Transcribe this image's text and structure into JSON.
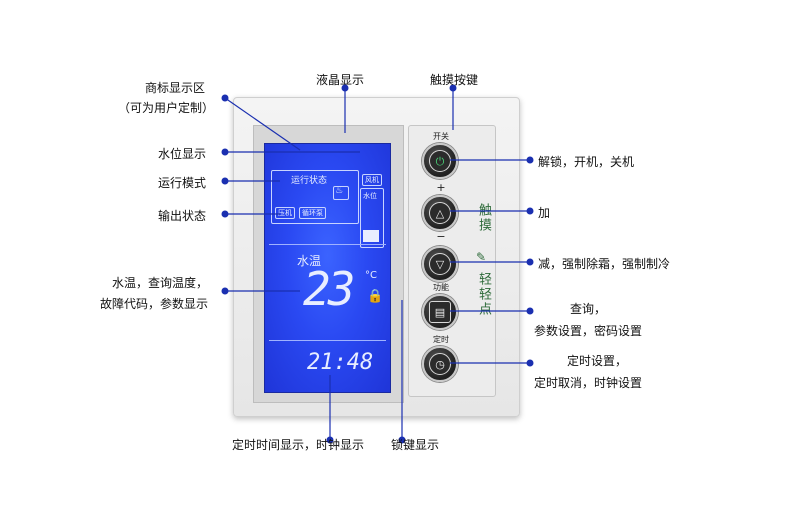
{
  "annotations": {
    "logo_area": "商标显示区",
    "logo_area_sub": "（可为用户定制）",
    "water_level": "水位显示",
    "run_mode": "运行模式",
    "output_status": "输出状态",
    "water_temp_line1": "水温，查询温度，",
    "water_temp_line2": "故障代码，参数显示",
    "lcd_display": "液晶显示",
    "touch_keys": "触摸按键",
    "unlock_power": "解锁，开机，关机",
    "plus": "加",
    "minus": "减，强制除霜，强制制冷",
    "query_line1": "查询，",
    "query_line2": "参数设置，密码设置",
    "timer_line1": "定时设置，",
    "timer_line2": "定时取消，时钟设置",
    "timer_clock": "定时时间显示，时钟显示",
    "key_lock": "锁键显示"
  },
  "lcd": {
    "run_status": "运行状态",
    "fan": "风机",
    "water_level": "水位",
    "compressor": "压机",
    "pump": "循环泵",
    "water_temp_label": "水温",
    "temperature": "23",
    "unit": "°C",
    "time": "21:48"
  },
  "buttons": {
    "power_label": "开关",
    "up_sign": "+",
    "down_sign": "−",
    "function_label": "功能",
    "timer_label": "定时"
  },
  "panel": {
    "touch_text_1": "触摸",
    "touch_text_2": "轻轻点"
  },
  "colors": {
    "lcd_blue": "#2a49f2",
    "annotation_dot": "#1a2fb0",
    "leaf_green": "#2e6b3a"
  }
}
